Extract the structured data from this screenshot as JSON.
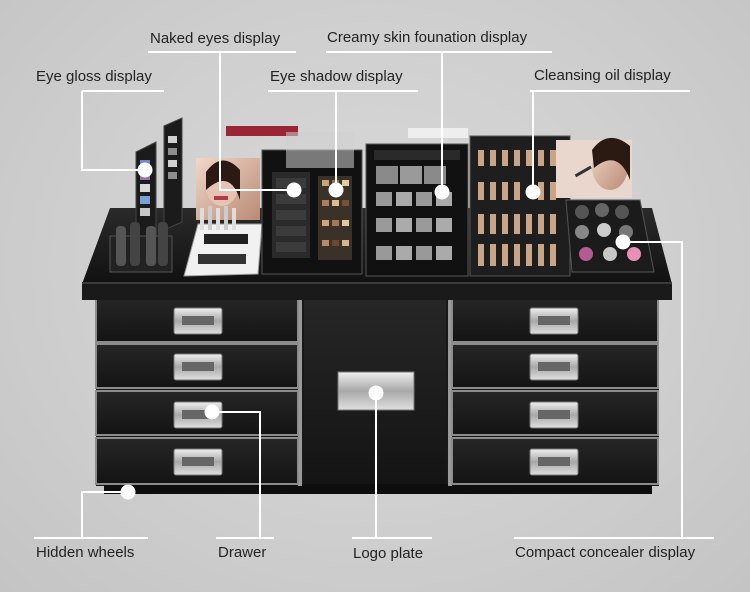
{
  "labels": {
    "naked_eyes": "Naked eyes display",
    "creamy_skin": "Creamy skin founation display",
    "eye_gloss": "Eye gloss display",
    "eye_shadow": "Eye shadow display",
    "cleansing_oil": "Cleansing oil display",
    "hidden_wheels": "Hidden wheels",
    "drawer": "Drawer",
    "logo_plate": "Logo plate",
    "compact_concealer": "Compact concealer display"
  },
  "colors": {
    "background": "#cfcfcf",
    "cabinet": "#1c1c1c",
    "trim": "#b9b9b9",
    "callout": "#ffffff"
  }
}
